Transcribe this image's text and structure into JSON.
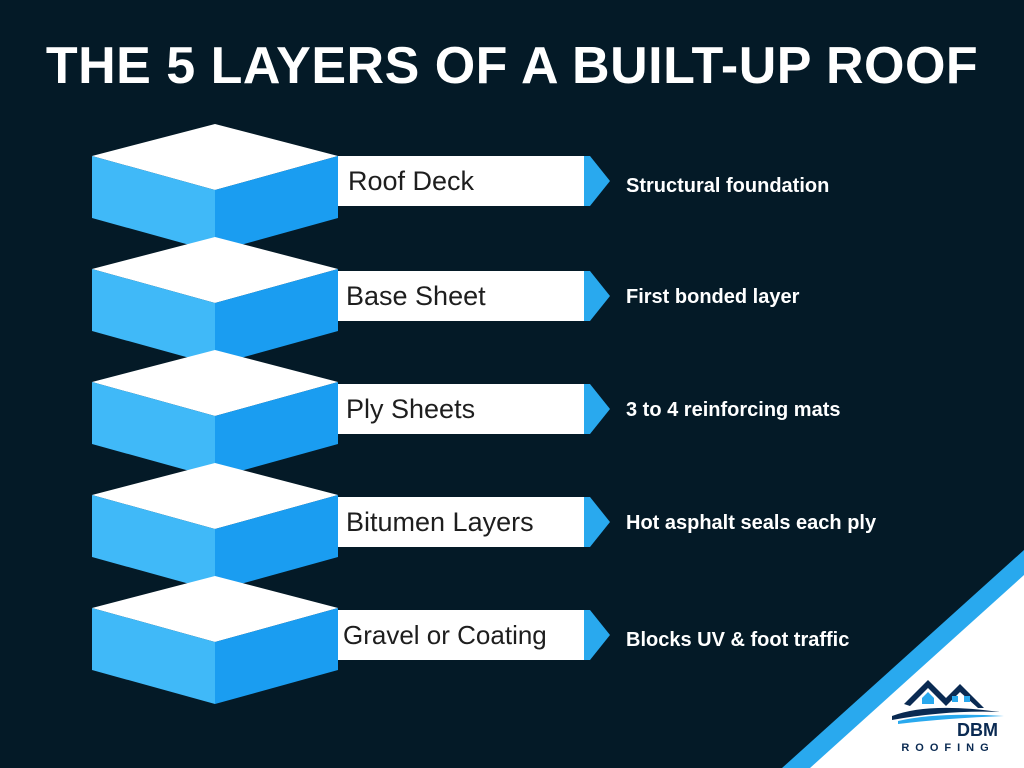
{
  "title": "THE 5 LAYERS OF A BUILT-UP ROOF",
  "colors": {
    "background": "#041a27",
    "block_top": "#ffffff",
    "block_left": "#40b9f8",
    "block_right": "#1a9df1",
    "accent": "#29a9ee",
    "logo_navy": "#0a2a52"
  },
  "layers": [
    {
      "label": "Roof Deck",
      "description": "Structural foundation"
    },
    {
      "label": "Base Sheet",
      "description": "First bonded layer"
    },
    {
      "label": "Ply Sheets",
      "description": "3 to 4 reinforcing mats"
    },
    {
      "label": "Bitumen Layers",
      "description": "Hot asphalt seals each ply"
    },
    {
      "label": "Gravel or Coating",
      "description": "Blocks UV & foot traffic"
    }
  ],
  "logo": {
    "brand": "DBM",
    "subtitle": "ROOFING",
    "icon": "house-roof-logo-icon"
  }
}
